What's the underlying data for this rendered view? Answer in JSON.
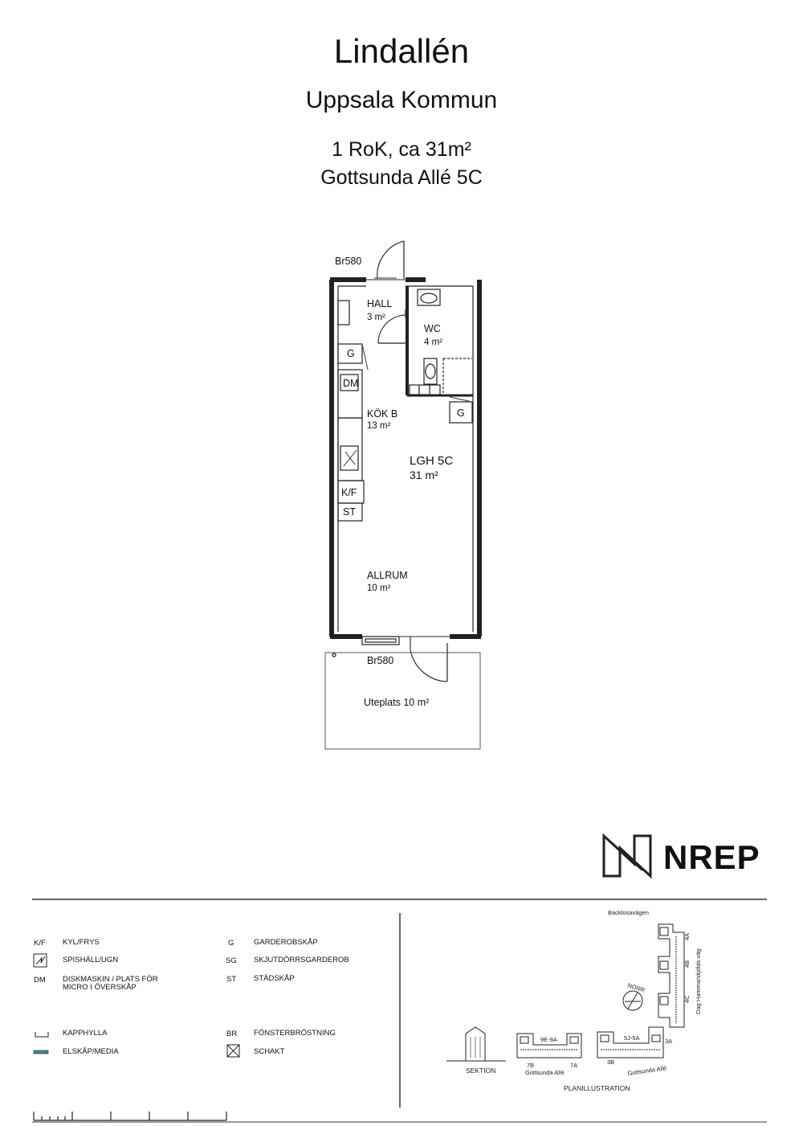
{
  "header": {
    "title": "Lindallén",
    "subtitle": "Uppsala Kommun",
    "apartment": "1 RoK, ca 31m²",
    "address": "Gottsunda Allé 5C"
  },
  "plan": {
    "rooms": [
      {
        "name": "HALL",
        "area": "3 m²"
      },
      {
        "name": "WC",
        "area": "4 m²"
      },
      {
        "name": "KÖK B",
        "area": "13 m²"
      },
      {
        "name": "LGH 5C",
        "area": "31 m²"
      },
      {
        "name": "ALLRUM",
        "area": "10 m²"
      }
    ],
    "labels": {
      "br_top": "Br580",
      "br_bottom": "Br580",
      "terrace": "Uteplats 10 m²",
      "g1": "G",
      "g2": "G",
      "dm": "DM",
      "kf": "K/F",
      "st": "ST"
    }
  },
  "brand": {
    "name": "NREP"
  },
  "legend": {
    "left": [
      {
        "code": "K/F",
        "text": "KYL/FRYS"
      },
      {
        "code": "",
        "icon": "stove-icon",
        "text": "SPISHÄLL/UGN"
      },
      {
        "code": "DM",
        "text": "DISKMASKIN / PLATS FÖR MICRO I ÖVERSKÅP"
      },
      {
        "code": "",
        "icon": "shelf-icon",
        "text": "KAPPHYLLA"
      },
      {
        "code": "",
        "icon": "media-icon",
        "text": "ELSKÅP/MEDIA"
      }
    ],
    "right": [
      {
        "code": "G",
        "text": "GARDEROBSKÅP"
      },
      {
        "code": "SG",
        "text": "SKJUTDÖRRSGARDEROB"
      },
      {
        "code": "ST",
        "text": "STÄDSKÅP"
      },
      {
        "code": "BR",
        "text": "FÖNSTERBRÖSTNING"
      },
      {
        "code": "",
        "icon": "shaft-icon",
        "text": "SCHAKT"
      }
    ]
  },
  "site": {
    "road_top": "Backlosavägen",
    "road_right": "Dag Hammarskjölds väg",
    "north": "NORR",
    "section_label": "SEKTION",
    "plan_label": "PLANILLUSTRATION",
    "road_bottom_left": "Gottsunda Allé",
    "road_bottom_right": "Gottsunda Allé",
    "b1_range": "9E-9A",
    "b1_left": "7B",
    "b1_right": "7A",
    "b2_range": "5J-5A",
    "b2_left": "3B",
    "b2_right": "3A",
    "v1": "4A",
    "v2": "4B",
    "v3": "4C"
  }
}
